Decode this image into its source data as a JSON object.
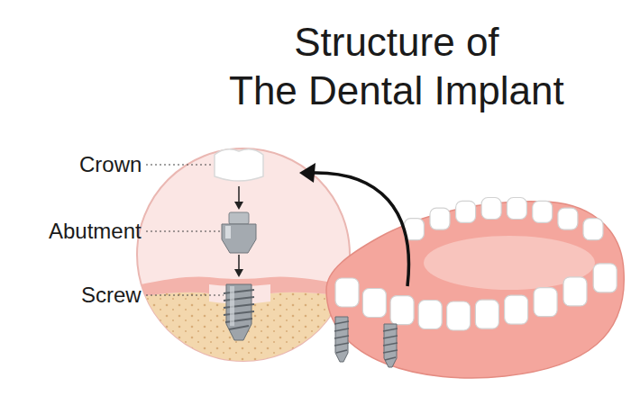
{
  "diagram": {
    "title": "Structure of The Dental Implant",
    "labels": [
      "Crown",
      "Abutment",
      "Screw"
    ]
  }
}
